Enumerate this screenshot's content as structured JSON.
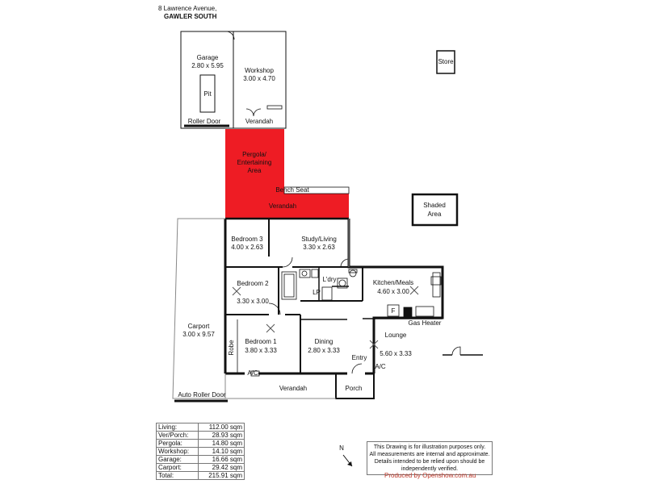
{
  "header": {
    "address": "8 Lawrence Avenue,",
    "suburb": "GAWLER SOUTH"
  },
  "rooms": {
    "garage": {
      "name": "Garage",
      "dims": "2.80 x 5.95"
    },
    "pit": "Pit",
    "workshop": {
      "name": "Workshop",
      "dims": "3.00 x 4.70"
    },
    "store": "Store",
    "roller_door": "Roller Door",
    "verandah_top": "Verandah",
    "pergola": {
      "line1": "Pergola/",
      "line2": "Entertaining",
      "line3": "Area"
    },
    "bench_seat": "Bench Seat",
    "verandah_red": "Verandah",
    "shaded": {
      "line1": "Shaded",
      "line2": "Area"
    },
    "bedroom3": {
      "name": "Bedroom 3",
      "dims": "4.00 x 2.63"
    },
    "study": {
      "name": "Study/Living",
      "dims": "3.30 x 2.63"
    },
    "laundry": "L'dry",
    "lp": "LP",
    "kitchen": {
      "name": "Kitchen/Meals",
      "dims": "4.60 x 3.00"
    },
    "fridge": "F",
    "gas_heater": "Gas Heater",
    "bedroom2": {
      "name": "Bedroom 2",
      "dims": "3.30 x 3.00"
    },
    "carport": {
      "name": "Carport",
      "dims": "3.00 x 9.57"
    },
    "robe": "Robe",
    "bedroom1": {
      "name": "Bedroom 1",
      "dims": "3.80 x 3.33"
    },
    "dining": {
      "name": "Dining",
      "dims": "2.80 x 3.33"
    },
    "lounge": {
      "name": "Lounge",
      "dims": "5.60 x 3.33"
    },
    "entry": "Entry",
    "ac1": "A/C",
    "ac2": "A/C",
    "auto_roller": "Auto Roller Door",
    "verandah_bottom": "Verandah",
    "porch": "Porch"
  },
  "areas": [
    {
      "label": "Living:",
      "value": "112.00 sqm"
    },
    {
      "label": "Ver/Porch:",
      "value": "28.93 sqm"
    },
    {
      "label": "Pergola:",
      "value": "14.80 sqm"
    },
    {
      "label": "Workshop:",
      "value": "14.10 sqm"
    },
    {
      "label": "Garage:",
      "value": "16.66 sqm"
    },
    {
      "label": "Carport:",
      "value": "29.42 sqm"
    },
    {
      "label": "Total:",
      "value": "215.91 sqm"
    }
  ],
  "north": "N",
  "disclaimer": {
    "line1": "This Drawing is for illustration purposes only.",
    "line2": "All measurements are internal and approximate.",
    "line3": "Details intended to be relied upon should be",
    "line4": "independently verified."
  },
  "produced_by": "Produced by Openshow.com.au",
  "colors": {
    "highlight": "#ee1c24",
    "wall": "#111111",
    "light_wall": "#888888"
  }
}
